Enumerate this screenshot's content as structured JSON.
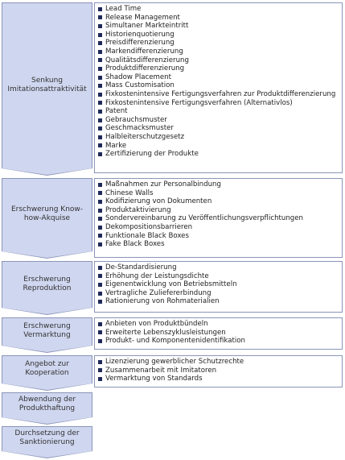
{
  "sections": [
    {
      "label": "Senkung Imitationsattraktivität",
      "items": [
        "Lead Time",
        "Release Management",
        "Simultaner Markteintritt",
        "Historienquotierung",
        "Preisdifferenzierung",
        "Markendifferenzierung",
        "Qualitätsdifferenzierung",
        "Produktdifferenzierung",
        "Shadow Placement",
        "Mass Customisation",
        "Fixkostenintensive Fertigungsverfahren zur Produktdifferenzierung",
        "Fixkostenintensive Fertigungsverfahren (Alternativlos)",
        "Patent",
        "Gebrauchsmuster",
        "Geschmacksmuster",
        "Halbleiterschutzgesetz",
        "Marke",
        "Zertifizierung der Produkte"
      ]
    },
    {
      "label": "Erschwerung Know-how-Akquise",
      "items": [
        "Maßnahmen zur Personalbindung",
        "Chinese Walls",
        "Kodifizierung von Dokumenten",
        "Produktaktivierung",
        "Sondervereinbarung zu Veröffentlichungsverpflichtungen",
        "Dekompositionsbarrieren",
        "Funktionale Black Boxes",
        "Fake Black Boxes"
      ]
    },
    {
      "label": "Erschwerung Reproduktion",
      "items": [
        "De-Standardisierung",
        "Erhöhung der Leistungsdichte",
        "Eigenentwicklung von Betriebsmitteln",
        "Vertragliche Zuliefererbindung",
        "Rationierung von Rohmaterialien"
      ]
    },
    {
      "label": "Erschwerung Vermarktung",
      "items": [
        "Anbieten von Produktbündeln",
        "Erweiterte Lebenszyklusleistungen",
        "Produkt- und Komponentenidentifikation"
      ]
    },
    {
      "label": "Angebot zur Kooperation",
      "items": [
        "Lizenzierung gewerblicher Schutzrechte",
        "Zusammenarbeit mit Imitatoren",
        "Vermarktung von Standards"
      ]
    },
    {
      "label": "Abwendung der Produkthaftung",
      "items": []
    },
    {
      "label": "Durchsetzung der Sanktionierung",
      "items": []
    }
  ]
}
